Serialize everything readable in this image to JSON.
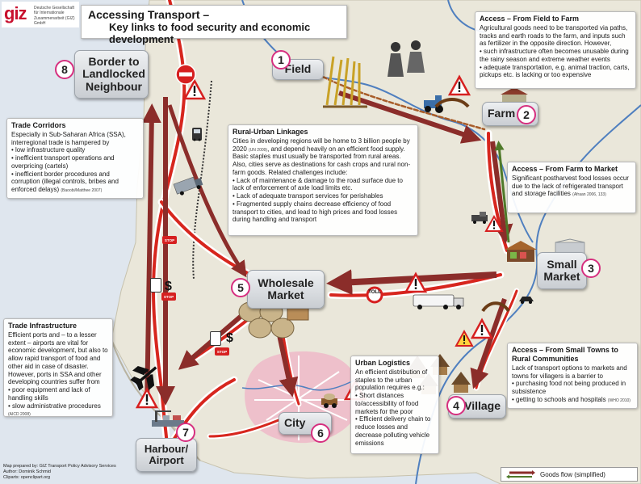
{
  "title": {
    "line1": "Accessing Transport –",
    "line2": "Key links to food security and economic development"
  },
  "logo": {
    "mark": "giz",
    "org_lines": [
      "Deutsche Gesellschaft",
      "für Internationale",
      "Zusammenarbeit (GIZ) GmbH"
    ]
  },
  "locations": [
    {
      "number": "1",
      "name": "Field"
    },
    {
      "number": "2",
      "name": "Farm"
    },
    {
      "number": "3",
      "name": "Small Market"
    },
    {
      "number": "4",
      "name": "Village"
    },
    {
      "number": "5",
      "name": "Wholesale Market"
    },
    {
      "number": "6",
      "name": "City"
    },
    {
      "number": "7",
      "name": "Harbour/ Airport"
    },
    {
      "number": "8",
      "name": "Border to Landlocked Neighbour"
    }
  ],
  "boxes": {
    "field_to_farm": {
      "heading": "Access – From Field to Farm",
      "intro": "Agricultural goods need to be transported via paths, tracks and earth roads to the farm, and inputs such as fertilizer in the opposite direction. However,",
      "bullets": [
        "such infrastructure often becomes unusable during the rainy season and extreme weather events",
        "adequate transportation, e.g. animal traction, carts, pickups etc. is lacking or too expensive"
      ]
    },
    "farm_to_market": {
      "heading": "Access – From Farm to Market",
      "body": "Significant postharvest food losses occur due to the lack of refrigerated transport and storage facilities",
      "ref": "(Afraan 2006, 133)"
    },
    "small_towns": {
      "heading": "Access – From Small Towns to Rural Communities",
      "intro": "Lack of transport options to markets and towns for villagers is a barrier to",
      "bullets": [
        "purchasing food not being produced in subsistence",
        "getting to schools and hospitals"
      ],
      "ref": "(WHO 2010)"
    },
    "rural_urban": {
      "heading": "Rural-Urban Linkages",
      "intro": "Cities in developing regions will be home to 3 billion people by 2020",
      "intro_ref": "(UN 2009)",
      "intro2": ", and depend heavily on an efficient food supply. Basic staples must usually be transported from rural areas. Also, cities serve as destinations for cash crops and rural non-farm goods. Related challenges include:",
      "bullets": [
        "Lack of maintenance & damage to the road surface due to lack of enforcement of axle load limits etc.",
        "Lack of adequate transport services for perishables",
        "Fragmented supply chains decrease efficiency of food transport to cities, and lead to high prices and food losses during handling and transport"
      ]
    },
    "trade_corridors": {
      "heading": "Trade Corridors",
      "intro": "Especially in Sub-Saharan Africa (SSA), interregional trade is hampered by",
      "bullets": [
        "low infrastructure quality",
        "inefficient transport operations and overpricing (cartels)",
        "inefficient border procedures and corruption (illegal controls, bribes and enforced delays)"
      ],
      "ref": "(Baoobi/Matthee 2007)"
    },
    "trade_infrastructure": {
      "heading": "Trade Infrastructure",
      "intro": "Efficient ports and – to a lesser extent – airports are vital for economic development, but also to allow rapid transport of food and other aid in case of disaster. However, ports in SSA and other developing countries suffer from",
      "bullets": [
        "poor equipment and lack of handling skills",
        "slow administrative procedures"
      ],
      "ref": "(AICD 2008)"
    },
    "urban_logistics": {
      "heading": "Urban Logistics",
      "intro": "An efficient distribution of staples to the urban population requires e.g.:",
      "bullets": [
        "Short distances to/accessibility of food markets for the poor",
        "Efficient delivery chain to reduce losses and decrease polluting vehicle emissions"
      ]
    }
  },
  "signs": {
    "stop": "STOP",
    "toll": "TOLL",
    "dollar": "$"
  },
  "legend": {
    "label": "Goods flow",
    "qualifier": "(simplified)"
  },
  "credits": [
    "Map prepared by: GIZ Transport Policy Advisory Services",
    "Author: Dominik Schmid",
    "Cliparts: openclipart.org"
  ],
  "colors": {
    "road": "#d7261e",
    "road_edge": "#ffffff",
    "flow_arrow": "#8b2d2a",
    "flow_arrow_return": "#4f7a2a",
    "river": "#4f7fbf",
    "land": "#e9e6d8",
    "city": "#efb7c7",
    "warning": "#d62020",
    "number_ring": "#d62f7f"
  }
}
